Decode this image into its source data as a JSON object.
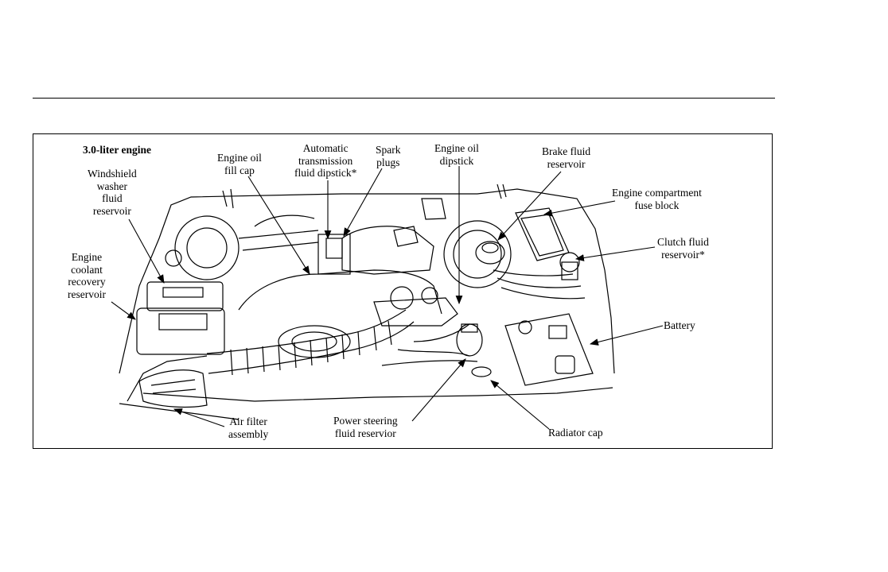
{
  "title": "3.0-liter engine",
  "labels": {
    "windshield": [
      "Windshield",
      "washer",
      "fluid",
      "reservoir"
    ],
    "coolant": [
      "Engine",
      "coolant",
      "recovery",
      "reservoir"
    ],
    "oil_fill": [
      "Engine oil",
      "fill cap"
    ],
    "trans_dipstick": [
      "Automatic",
      "transmission",
      "fluid dipstick*"
    ],
    "spark": [
      "Spark",
      "plugs"
    ],
    "oil_dipstick": [
      "Engine oil",
      "dipstick"
    ],
    "brake": [
      "Brake fluid",
      "reservoir"
    ],
    "fuse": [
      "Engine compartment",
      "fuse block"
    ],
    "clutch": [
      "Clutch fluid",
      "reservoir*"
    ],
    "battery": [
      "Battery"
    ],
    "air_filter": [
      "Air filter",
      "assembly"
    ],
    "power_steering": [
      "Power steering",
      "fluid reservior"
    ],
    "radiator": [
      "Radiator cap"
    ]
  }
}
